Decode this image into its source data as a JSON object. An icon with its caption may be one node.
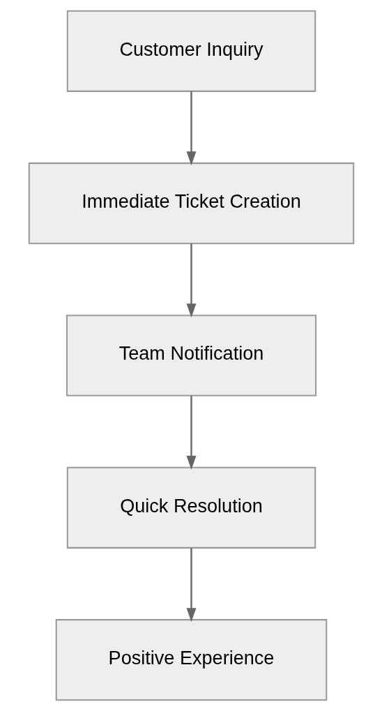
{
  "diagram": {
    "nodes": [
      {
        "text": [
          "Customer Inquiry"
        ]
      },
      {
        "text": [
          "Immediate Ticket Creation"
        ]
      },
      {
        "text": [
          "Team Notification"
        ]
      },
      {
        "text": [
          "Quick Resolution"
        ]
      },
      {
        "text": [
          "Positive Experience"
        ]
      }
    ],
    "edges": [
      {
        "from": 0,
        "to": 1,
        "arrow": "to"
      },
      {
        "from": 1,
        "to": 2,
        "arrow": "to"
      },
      {
        "from": 2,
        "to": 3,
        "arrow": "to"
      },
      {
        "from": 3,
        "to": 4,
        "arrow": "to"
      }
    ]
  }
}
